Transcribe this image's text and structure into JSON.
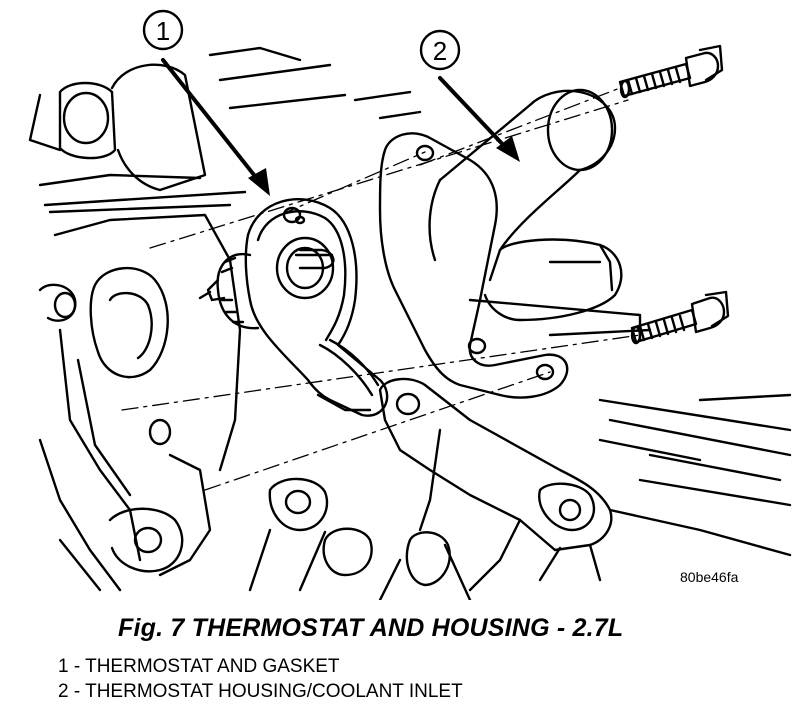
{
  "figure": {
    "callouts": [
      {
        "number": "1"
      },
      {
        "number": "2"
      }
    ],
    "drawing_id": "80be46fa",
    "caption": "Fig. 7 THERMOSTAT AND HOUSING - 2.7L",
    "legend": [
      "1 - THERMOSTAT AND GASKET",
      "2 - THERMOSTAT HOUSING/COOLANT INLET"
    ]
  }
}
